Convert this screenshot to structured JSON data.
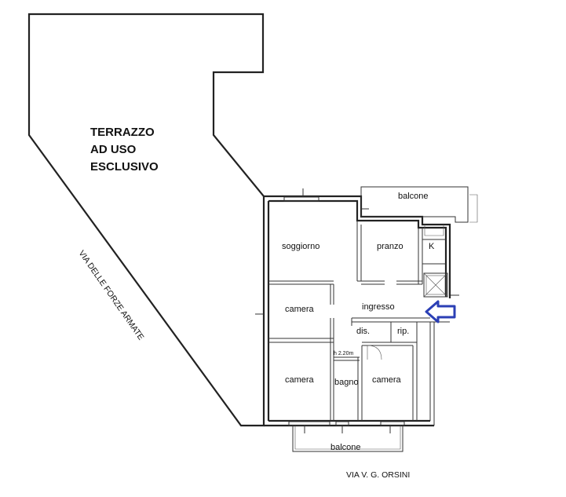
{
  "terrace": {
    "line1": "TERRAZZO",
    "line2": "AD USO",
    "line3": "ESCLUSIVO"
  },
  "streets": {
    "diagonal": "VIA DELLE FORZE ARMATE",
    "bottom": "VIA V. G. ORSINI"
  },
  "rooms": {
    "balcone_top": "balcone",
    "soggiorno": "soggiorno",
    "pranzo": "pranzo",
    "kitchen": "K",
    "camera_mid": "camera",
    "ingresso": "ingresso",
    "dis": "dis.",
    "rip": "rip.",
    "height_note": "h 2.20m",
    "camera_left": "camera",
    "bagno": "bagno",
    "camera_right": "camera",
    "balcone_bottom": "balcone"
  },
  "colors": {
    "entrance_arrow": "#2b3fb5",
    "lines": "#222222"
  }
}
